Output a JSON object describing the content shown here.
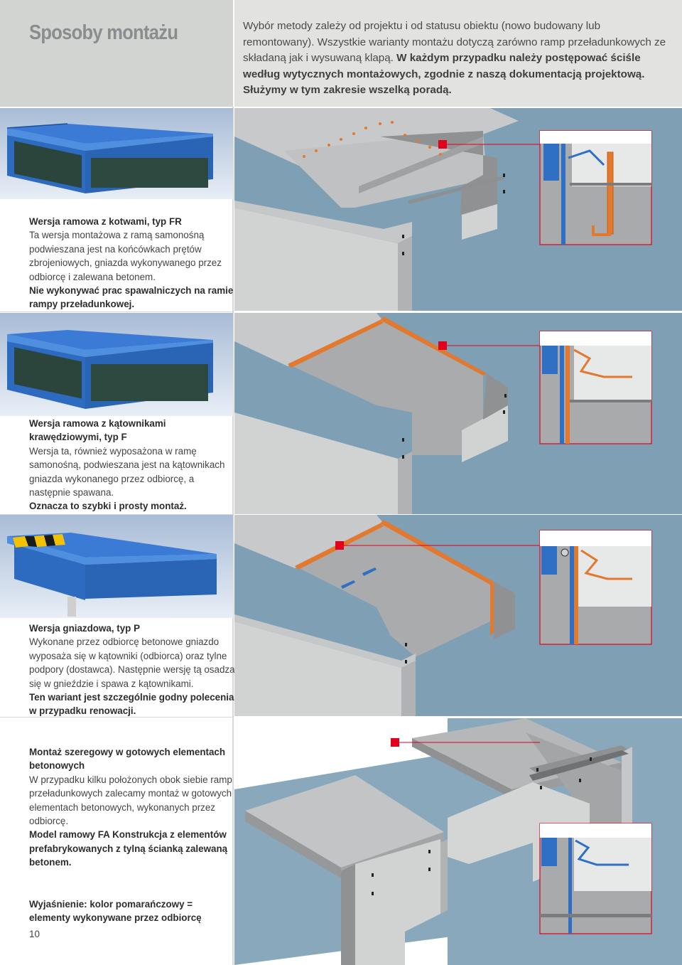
{
  "page_title": "Sposoby montażu",
  "intro": {
    "normal": "Wybór metody zależy od projektu i od statusu obiektu (nowo budowany lub remontowany). Wszystkie warianty montażu dotyczą zarówno ramp przeładunkowych ze składaną jak i wysuwaną klapą.",
    "bold": "W każdym przypadku należy postępować ściśle według wytycznych montażowych, zgodnie z naszą dokumentacją projektową. Służymy w tym zakresie wszelką poradą."
  },
  "sections": [
    {
      "title": "Wersja ramowa z kotwami, typ FR",
      "body": "Ta wersja montażowa z ramą samonośną podwieszana jest na końcówkach prętów zbrojeniowych, gniazda wykonywanego przez odbiorcę i zalewana betonem.",
      "note": "Nie wykonywać prac spawalniczych na ramie rampy przeładunkowej."
    },
    {
      "title": "Wersja ramowa z kątownikami krawędziowymi, typ F",
      "body": "Wersja ta, również wyposażona w ramę samonośną, podwieszana jest na kątownikach gniazda wykonanego przez odbiorcę, a następnie spawana.",
      "note": "Oznacza to szybki i prosty montaż."
    },
    {
      "title": "Wersja gniazdowa, typ P",
      "body": "Wykonane przez odbiorcę betonowe gniazdo wyposaża się w kątowniki (odbiorca) oraz tylne podpory (dostawca). Następnie wersję tą osadza się  w gnieździe i spawa z kątownikami.",
      "note": "Ten wariant jest szczególnie godny polecenia w przypadku renowacji."
    },
    {
      "title": "Montaż szeregowy w gotowych elementach betonowych",
      "body": "W przypadku kilku położonych obok siebie ramp przeładunkowych zalecamy montaż w gotowych elementach betonowych, wykonanych przez odbiorcę.",
      "note": "Model ramowy FA Konstrukcja z elementów prefabrykowanych z tylną ścianką zalewaną betonem."
    }
  ],
  "legend": "Wyjaśnienie: kolor pomarańczowy = elementy wykonywane przez odbiorcę",
  "page_number": "10",
  "colors": {
    "blue": "#2f6fc4",
    "orange": "#e3782f",
    "concrete": "#b9bbbc",
    "water": "#7fa0b5",
    "marker_red": "#e2001a"
  }
}
